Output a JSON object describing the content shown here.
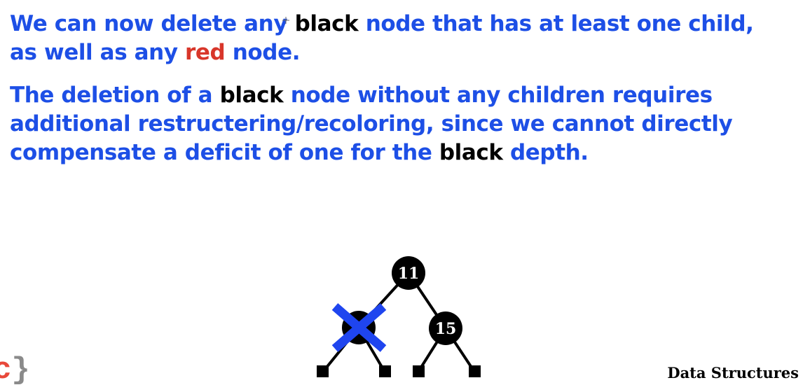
{
  "paragraph1": {
    "line1": [
      "We can now delete any ",
      "black",
      " node that has at least one child,"
    ],
    "line2": [
      "as well as any ",
      "red",
      " node."
    ]
  },
  "paragraph2": {
    "line1": [
      "The deletion of a ",
      "black",
      " node without any children requires"
    ],
    "line2": [
      "additional restructering/recoloring, since we cannot directly"
    ],
    "line3": [
      "compensate a deficit of one for the ",
      "black",
      " depth."
    ]
  },
  "tree": {
    "root_label": "11",
    "right_child_label": "15",
    "deleted_node": "left child of 11 (black, crossed out)"
  },
  "footer": {
    "course": "Data Structures",
    "logo_letter": "c",
    "logo_brace": "}"
  },
  "colors": {
    "text_blue": "#1d4fe6",
    "keyword_black": "#000000",
    "keyword_red": "#d8362a",
    "cross_blue": "#1f45ef",
    "node_black": "#000000"
  }
}
